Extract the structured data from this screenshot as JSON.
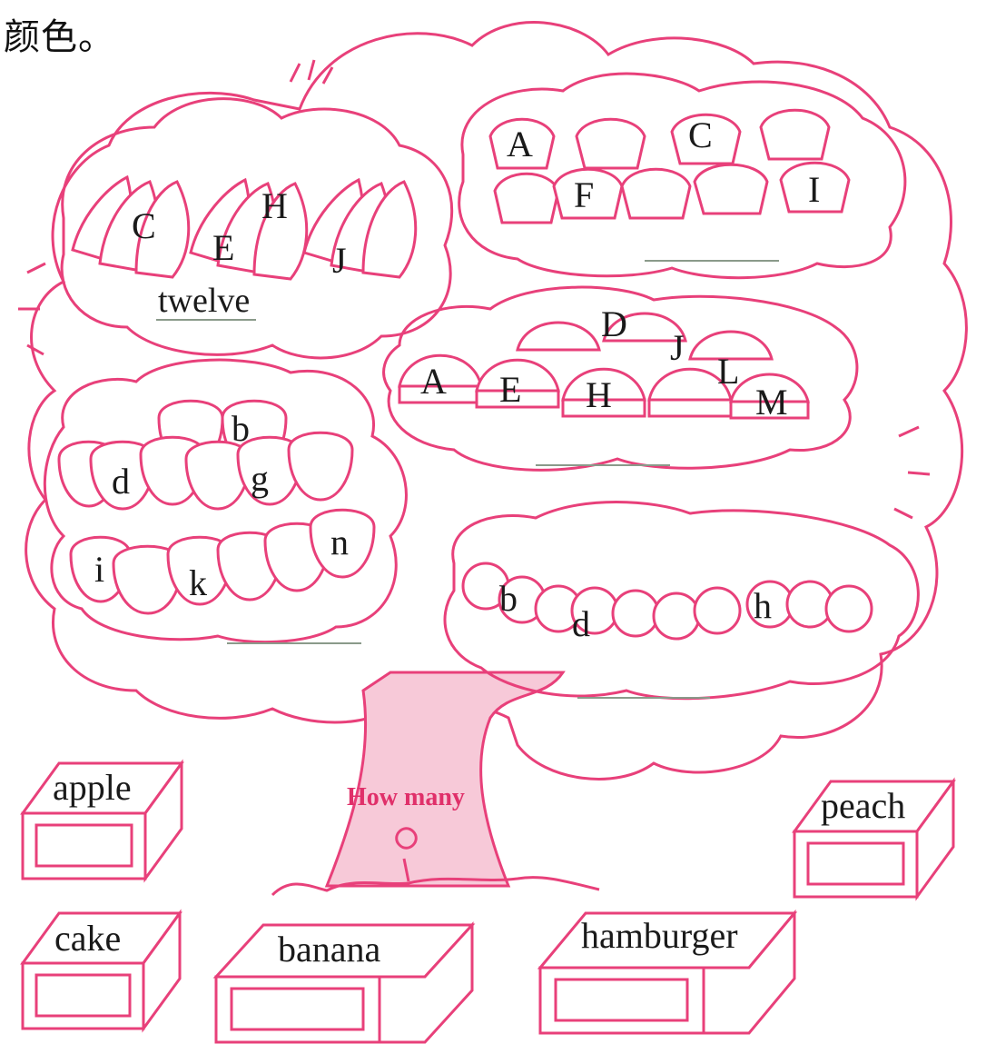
{
  "header": {
    "text": "颜色。"
  },
  "trunk": {
    "label": "How many"
  },
  "groups": {
    "bananas": {
      "letters": [
        "C",
        "H",
        "E",
        "J"
      ],
      "answer": "twelve"
    },
    "cakes": {
      "letters": [
        "A",
        "C",
        "F",
        "I"
      ],
      "answer": ""
    },
    "hamburgers": {
      "letters": [
        "D",
        "J",
        "L",
        "A",
        "E",
        "H",
        "M"
      ],
      "answer": ""
    },
    "apples": {
      "letters": [
        "b",
        "d",
        "g",
        "i",
        "k",
        "n"
      ],
      "answer": ""
    },
    "peaches": {
      "letters": [
        "b",
        "d",
        "h"
      ],
      "answer": ""
    }
  },
  "boxes": [
    "apple",
    "peach",
    "cake",
    "banana",
    "hamburger"
  ],
  "colors": {
    "pink": "#e8407a",
    "trunk_text": "#e0306a"
  }
}
